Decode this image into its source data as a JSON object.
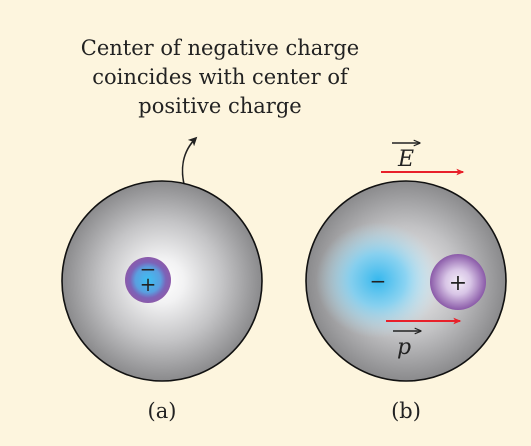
{
  "caption": {
    "line1": "Center of negative charge",
    "line2": "coincides with center of",
    "line3": "positive charge"
  },
  "panel_a": {
    "label": "(a)",
    "center_sign_top": "−",
    "center_sign_bottom": "+"
  },
  "panel_b": {
    "label": "(b)",
    "negative_sign": "−",
    "positive_sign": "+",
    "field_label": "E",
    "dipole_label": "p"
  },
  "colors": {
    "background": "#fdf5de",
    "arrow_red": "#e8202a",
    "atom_gray": "#8f8f91",
    "electron_cloud_blue": "#4cc3f0",
    "nucleus_purple": "#8a5aa8"
  }
}
